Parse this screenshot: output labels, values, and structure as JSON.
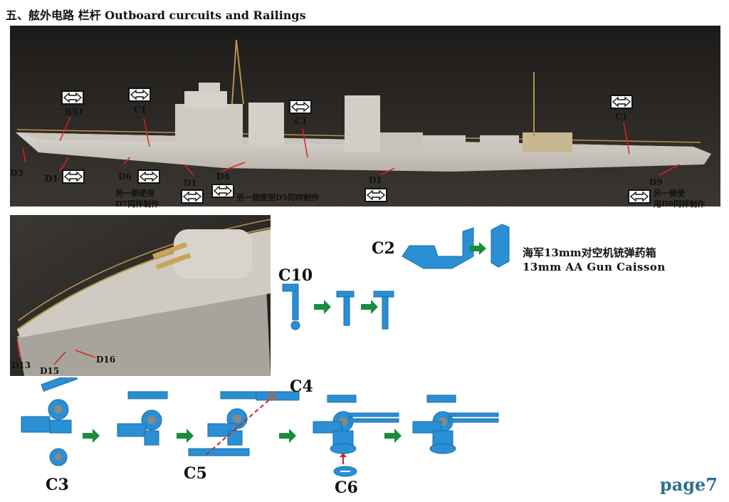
{
  "title": "五、舷外电路 栏杆 Outboard curcuits and Railings",
  "top_photo": {
    "labels": {
      "b51": "B51",
      "c1_a": "C1",
      "c1_b": "C1",
      "c1_c": "C1",
      "d3": "D3",
      "d1_a": "D1",
      "d6": "D6",
      "d1_b": "D1",
      "d4": "D4",
      "d1_c": "D1",
      "d9": "D9"
    },
    "notes": {
      "d7": "另一侧使用\nD7同样制作",
      "d5": "另一侧使用D5同样制作",
      "d8": "另一侧使\n用D8同样制作"
    }
  },
  "bottom_photo": {
    "labels": {
      "d13": "D13",
      "d15": "D15",
      "d16": "D16"
    }
  },
  "caisson": {
    "part": "C2",
    "cn": "海军13mm对空机铳弹药箱",
    "en": "13mm AA Gun Caisson"
  },
  "c10": {
    "part": "C10"
  },
  "gun": {
    "c3": "C3",
    "c4": "C4",
    "c5": "C5",
    "c6": "C6"
  },
  "page": "page7",
  "colors": {
    "part_blue": "#2a8fd4",
    "arrow_green": "#1a8c3a",
    "page_blue": "#2e6f8f"
  }
}
